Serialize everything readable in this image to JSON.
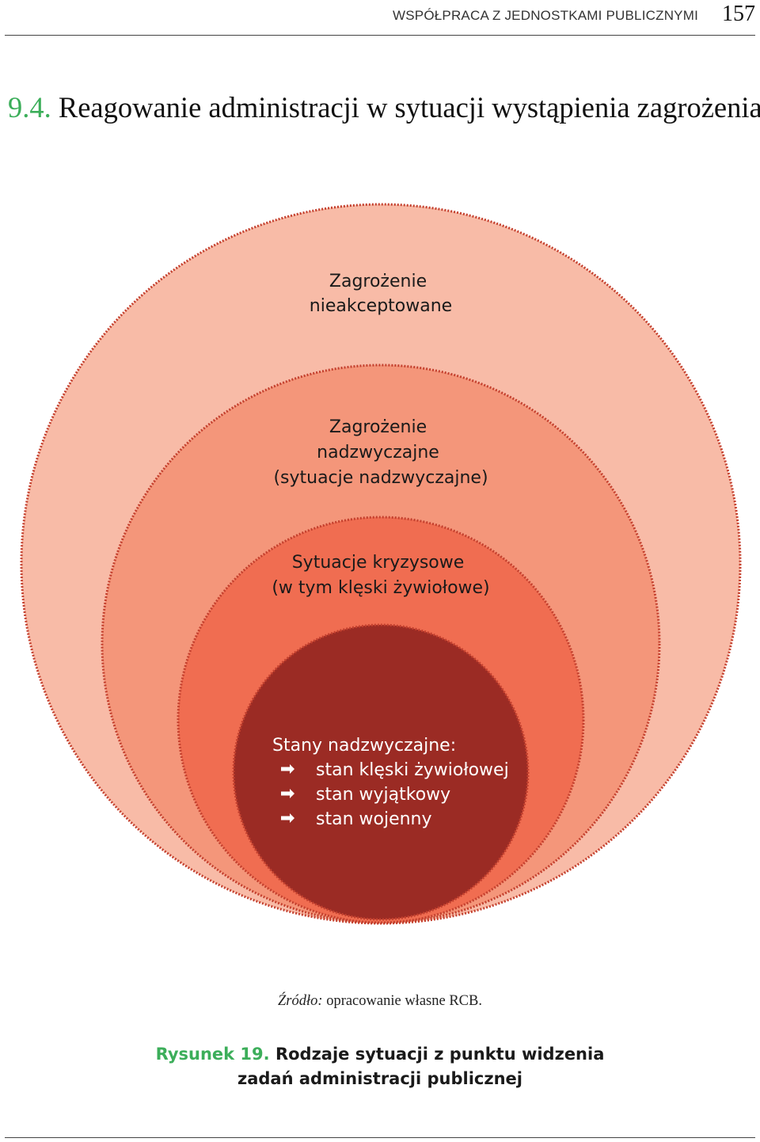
{
  "running_head": {
    "title": "WSPÓŁPRACA Z JEDNOSTKAMI PUBLICZNYMI",
    "page_number": "157"
  },
  "section": {
    "number": "9.4.",
    "title": "Reagowanie administracji w sytuacji wystąpienia zagrożenia"
  },
  "diagram": {
    "colors": {
      "outer": "#f8bba7",
      "second": "#f4967a",
      "third": "#f06d51",
      "inner": "#9b2b24",
      "outline": "#c4402e",
      "text_dark": "#1a1a1a",
      "text_light": "#ffffff"
    },
    "levels": [
      {
        "lines": [
          "Zagrożenie",
          "nieakceptowane"
        ]
      },
      {
        "lines": [
          "Zagrożenie",
          "nadzwyczajne",
          "(sytuacje nadzwyczajne)"
        ]
      },
      {
        "lines": [
          "Sytuacje kryzysowe",
          "(w tym klęski żywiołowe)"
        ]
      },
      {
        "heading": "Stany nadzwyczajne:",
        "bullet_icon": "arrow-right-icon",
        "items": [
          "stan klęski żywiołowej",
          "stan wyjątkowy",
          "stan wojenny"
        ]
      }
    ]
  },
  "source": {
    "label": "Źródło:",
    "text": " opracowanie własne RCB."
  },
  "caption": {
    "label": "Rysunek 19.",
    "line1": " Rodzaje sytuacji z punktu widzenia",
    "line2": "zadań administracji publicznej"
  }
}
